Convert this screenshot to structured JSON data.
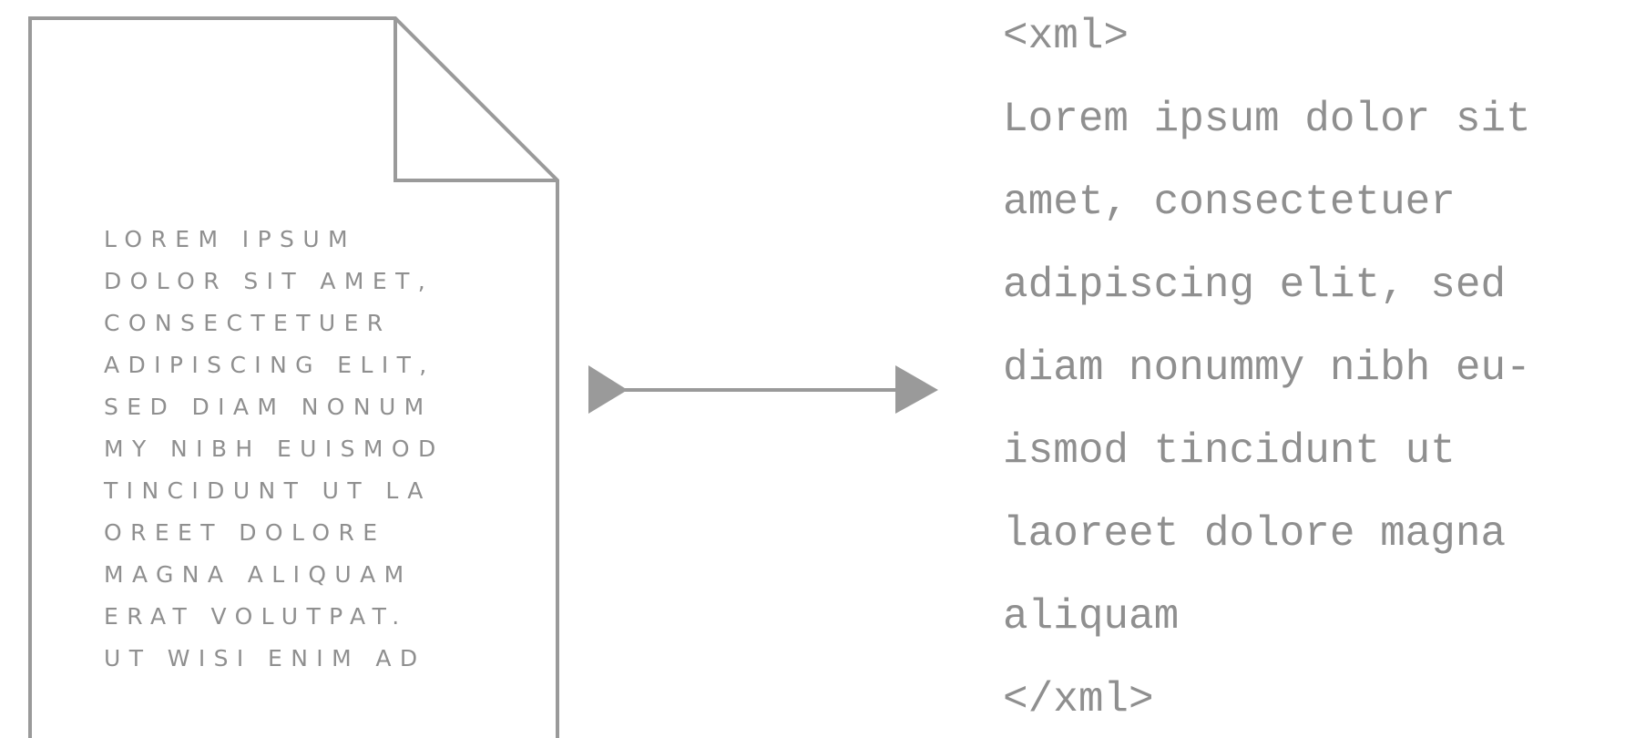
{
  "diagram": {
    "document_text_lines": [
      "LOREM IPSUM",
      "DOLOR SIT AMET,",
      "CONSECTETUER",
      "ADIPISCING ELIT,",
      "SED DIAM NONUM",
      "MY NIBH EUISMOD",
      "TINCIDUNT UT LA",
      "OREET DOLORE",
      "MAGNA ALIQUAM",
      "ERAT VOLUTPAT.",
      "UT WISI ENIM AD"
    ],
    "xml_lines": [
      "<xml>",
      "Lorem ipsum dolor sit",
      "amet, consectetuer",
      "adipiscing elit, sed",
      "diam nonummy nibh eu-",
      "ismod tincidunt ut",
      "laoreet dolore magna",
      "aliquam",
      "</xml>"
    ],
    "colors": {
      "stroke": "#9a9a9a",
      "text": "#8f8f8f",
      "background": "#ffffff"
    },
    "icons": [
      "document-icon",
      "arrow-right-icon"
    ]
  }
}
